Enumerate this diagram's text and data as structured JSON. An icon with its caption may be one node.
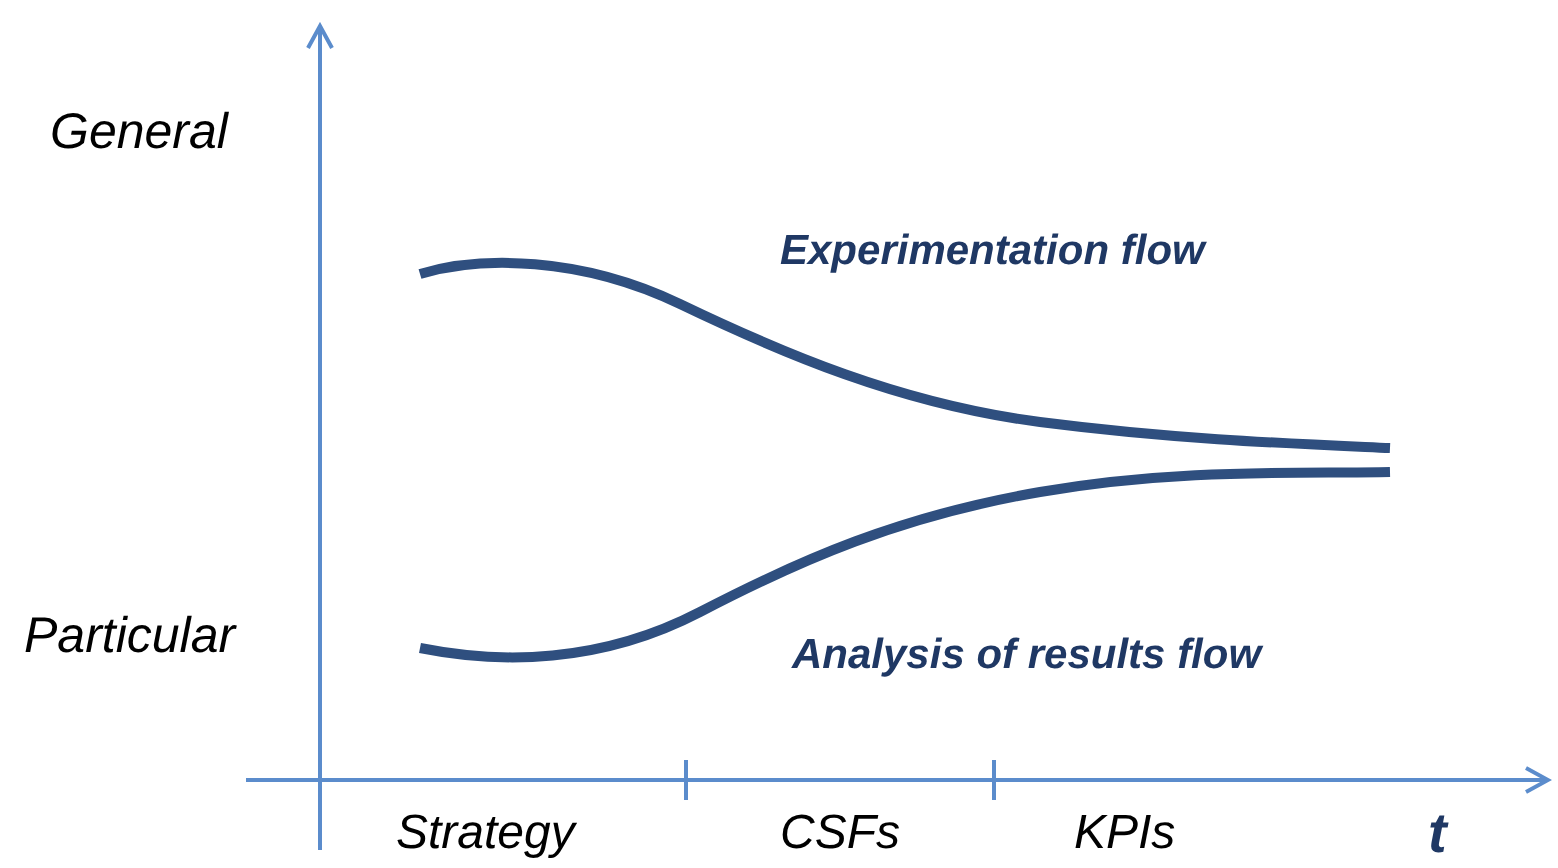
{
  "diagram": {
    "labels": [
      "General",
      "Experimentation flow",
      "Particular",
      "Analysis of results flow",
      "Strategy",
      "CSFs",
      "KPIs",
      "t"
    ]
  }
}
